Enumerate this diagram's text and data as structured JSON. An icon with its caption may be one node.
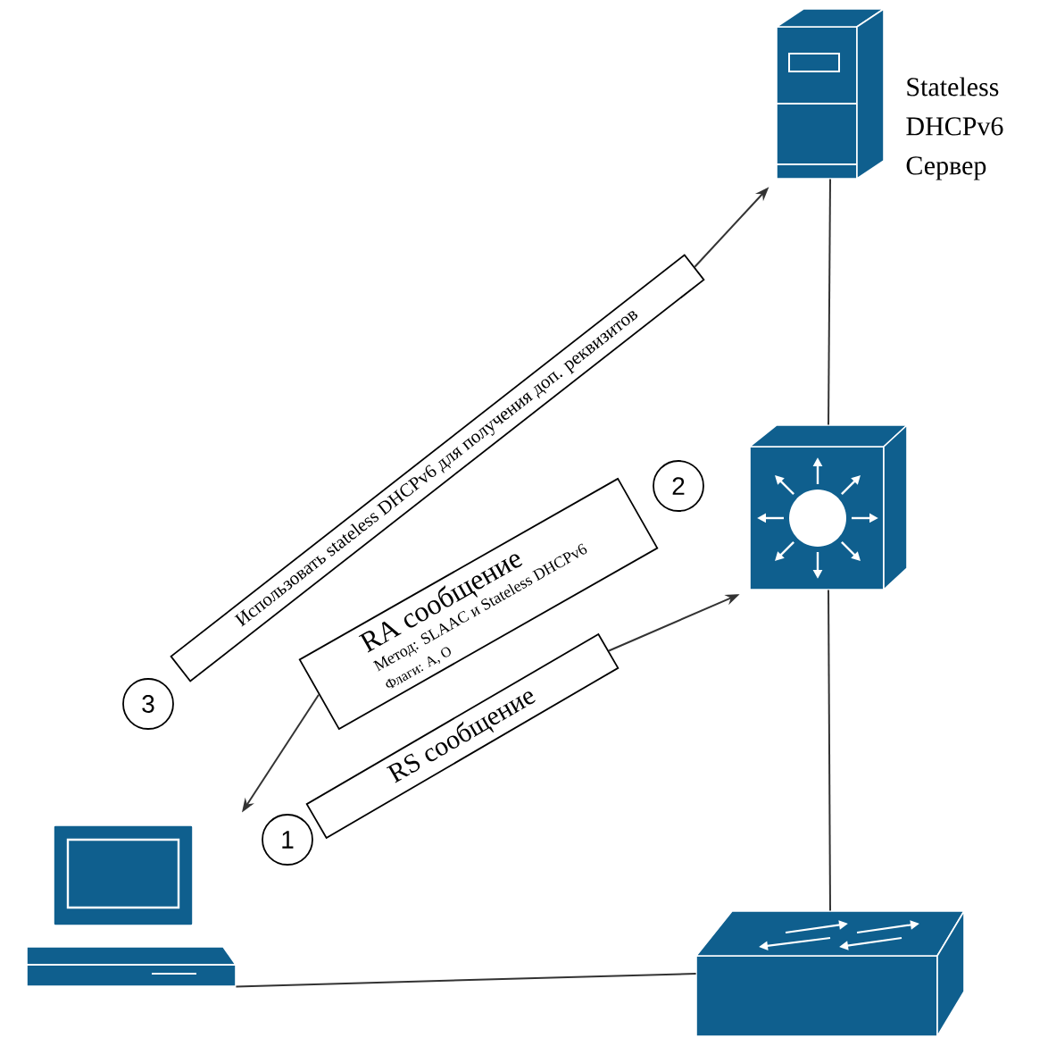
{
  "diagram": {
    "nodes": [
      {
        "text": [],
        "shape": "server",
        "beside": [
          "Stateless DHCPv6 Сервер"
        ]
      },
      {
        "text": [
          "Использовать stateless DHCPv6 для получения доп. реквизитов"
        ]
      },
      {
        "text": [
          "2"
        ]
      },
      {
        "text": [],
        "shape": "router"
      },
      {
        "text": [
          "RA сообщение",
          "Метод: SLAAC и Stateless DHCPv6",
          "Флаги: A, O"
        ]
      },
      {
        "text": [
          "3"
        ]
      },
      {
        "text": [
          "RS сообщение"
        ]
      },
      {
        "text": [
          "1"
        ]
      },
      {
        "text": [],
        "shape": "computer"
      },
      {
        "text": [],
        "shape": "switch"
      }
    ],
    "edges": [
      {
        "from": 0,
        "to": 3,
        "arrow": "none"
      },
      {
        "from": 3,
        "to": 9,
        "arrow": "none"
      },
      {
        "from": 8,
        "to": 9,
        "arrow": "none"
      },
      {
        "from": 1,
        "to": 0,
        "arrow": "to"
      },
      {
        "from": 4,
        "to": 8,
        "arrow": "to"
      },
      {
        "from": 6,
        "to": 3,
        "arrow": "to"
      }
    ]
  }
}
